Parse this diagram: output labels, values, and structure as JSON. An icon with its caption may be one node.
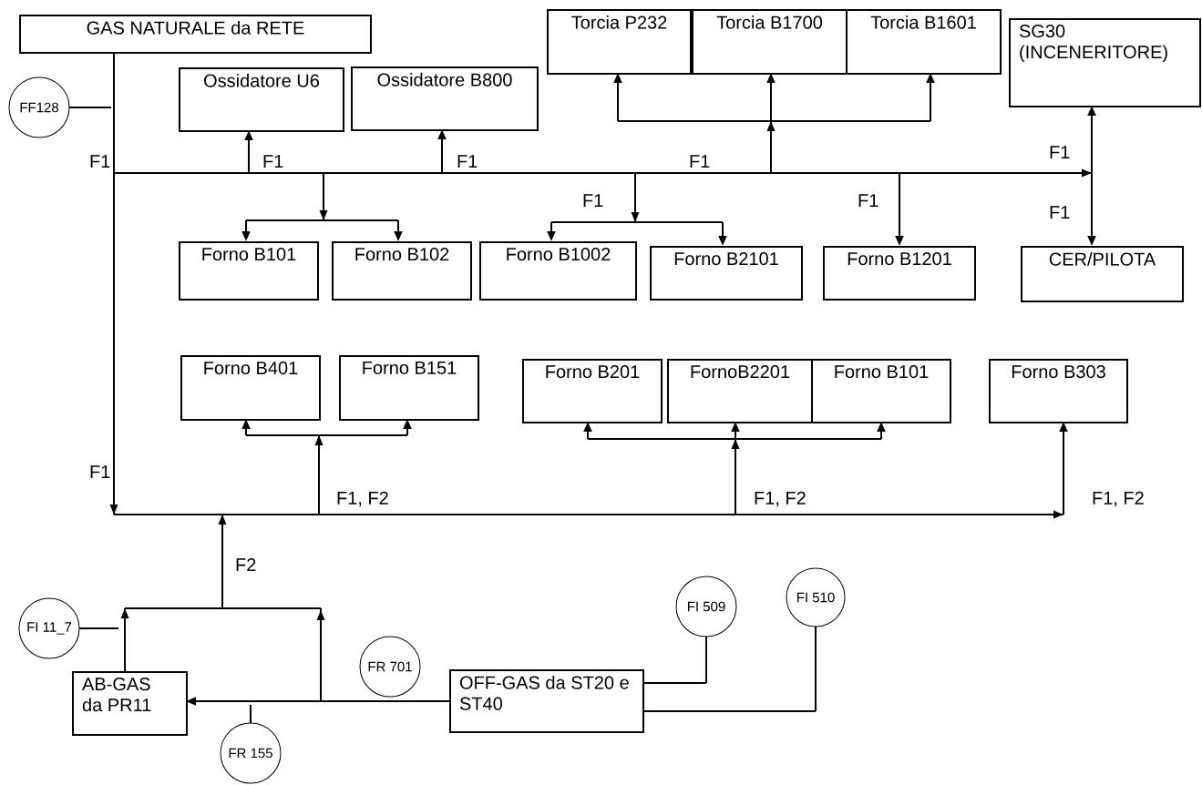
{
  "diagram": {
    "nodes": [
      {
        "text": [
          "GAS NATURALE da RETE"
        ]
      },
      {
        "text": [
          "FF128"
        ]
      },
      {
        "text": [
          "Ossidatore U6"
        ]
      },
      {
        "text": [
          "Ossidatore B800"
        ]
      },
      {
        "text": [
          "Torcia P232"
        ]
      },
      {
        "text": [
          "Torcia B1700"
        ]
      },
      {
        "text": [
          "Torcia B1601"
        ]
      },
      {
        "text": [
          "SG30 (INCENERITORE)"
        ]
      },
      {
        "text": [
          "Forno B101"
        ]
      },
      {
        "text": [
          "Forno B102"
        ]
      },
      {
        "text": [
          "Forno B1002"
        ]
      },
      {
        "text": [
          "Forno B2101"
        ]
      },
      {
        "text": [
          "Forno B1201"
        ]
      },
      {
        "text": [
          "CER/PILOTA"
        ]
      },
      {
        "text": [
          "Forno B401"
        ]
      },
      {
        "text": [
          "Forno B151"
        ]
      },
      {
        "text": [
          "Forno B201"
        ]
      },
      {
        "text": [
          "FornoB2201"
        ]
      },
      {
        "text": [
          "Forno B101"
        ]
      },
      {
        "text": [
          "Forno B303"
        ]
      },
      {
        "text": [
          "FI 11_7"
        ]
      },
      {
        "text": [
          "FR 701"
        ]
      },
      {
        "text": [
          "FI 509"
        ]
      },
      {
        "text": [
          "FI 510"
        ]
      },
      {
        "text": [
          "AB-GAS da PR11"
        ]
      },
      {
        "text": [
          "OFF-GAS da ST20 e ST40"
        ]
      },
      {
        "text": [
          "FR 155"
        ]
      }
    ],
    "edges": [
      {
        "from": 1,
        "to": null,
        "arrow": "none"
      },
      {
        "from": 0,
        "to": 2,
        "arrow": "to"
      },
      {
        "from": 0,
        "to": 3,
        "arrow": "to"
      },
      {
        "from": 0,
        "to": 4,
        "arrow": "to"
      },
      {
        "from": 0,
        "to": 5,
        "arrow": "to"
      },
      {
        "from": 0,
        "to": 6,
        "arrow": "to"
      },
      {
        "from": 0,
        "to": 7,
        "arrow": "to"
      },
      {
        "from": 0,
        "to": 8,
        "arrow": "to"
      },
      {
        "from": 0,
        "to": 9,
        "arrow": "to"
      },
      {
        "from": 0,
        "to": 10,
        "arrow": "to"
      },
      {
        "from": 0,
        "to": 11,
        "arrow": "to"
      },
      {
        "from": 0,
        "to": 12,
        "arrow": "to"
      },
      {
        "from": 0,
        "to": 13,
        "arrow": "to"
      },
      {
        "from": 0,
        "to": 14,
        "arrow": "to"
      },
      {
        "from": 0,
        "to": 15,
        "arrow": "to"
      },
      {
        "from": 0,
        "to": 16,
        "arrow": "to"
      },
      {
        "from": 0,
        "to": 17,
        "arrow": "to"
      },
      {
        "from": 0,
        "to": 18,
        "arrow": "to"
      },
      {
        "from": 0,
        "to": 19,
        "arrow": "to"
      },
      {
        "from": 24,
        "to": 14,
        "arrow": "to"
      },
      {
        "from": 24,
        "to": 15,
        "arrow": "to"
      },
      {
        "from": 24,
        "to": 16,
        "arrow": "to"
      },
      {
        "from": 24,
        "to": 17,
        "arrow": "to"
      },
      {
        "from": 24,
        "to": 18,
        "arrow": "to"
      },
      {
        "from": 24,
        "to": 19,
        "arrow": "to"
      },
      {
        "from": 25,
        "to": 14,
        "arrow": "to"
      },
      {
        "from": 25,
        "to": 15,
        "arrow": "to"
      },
      {
        "from": 25,
        "to": 16,
        "arrow": "to"
      },
      {
        "from": 25,
        "to": 17,
        "arrow": "to"
      },
      {
        "from": 25,
        "to": 18,
        "arrow": "to"
      },
      {
        "from": 25,
        "to": 19,
        "arrow": "to"
      },
      {
        "from": 25,
        "to": 24,
        "arrow": "to"
      },
      {
        "from": 20,
        "to": null,
        "arrow": "none"
      },
      {
        "from": 26,
        "to": null,
        "arrow": "none"
      },
      {
        "from": 22,
        "to": 25,
        "arrow": "none"
      },
      {
        "from": 23,
        "to": 25,
        "arrow": "none"
      }
    ],
    "labels": [
      "F1",
      "F1",
      "F1",
      "F1",
      "F1",
      "F1",
      "F1",
      "F1",
      "F1",
      "F1, F2",
      "F1, F2",
      "F1, F2",
      "F2"
    ]
  }
}
